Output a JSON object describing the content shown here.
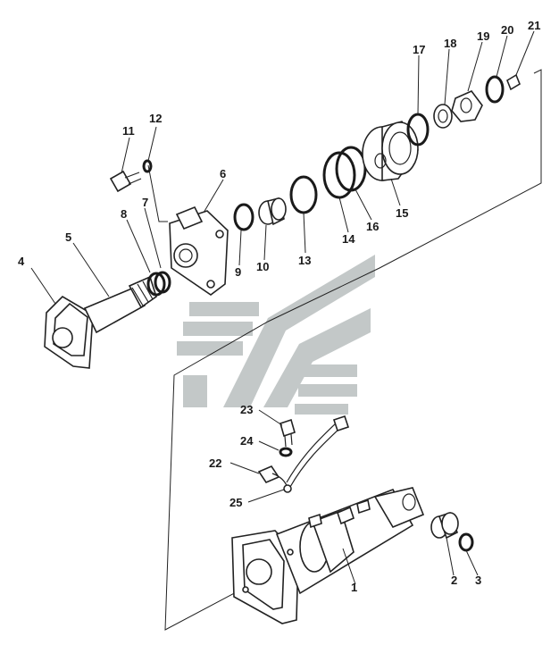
{
  "callouts": {
    "c1": "1",
    "c2": "2",
    "c3": "3",
    "c4": "4",
    "c5": "5",
    "c6": "6",
    "c7": "7",
    "c8": "8",
    "c9": "9",
    "c10": "10",
    "c11": "11",
    "c12": "12",
    "c13": "13",
    "c14": "14",
    "c15": "15",
    "c16": "16",
    "c17": "17",
    "c18": "18",
    "c19": "19",
    "c20": "20",
    "c21": "21",
    "c22": "22",
    "c23": "23",
    "c24": "24",
    "c25": "25"
  },
  "colors": {
    "line": "#222222",
    "watermark": "#b9bfbf",
    "background": "#ffffff"
  }
}
